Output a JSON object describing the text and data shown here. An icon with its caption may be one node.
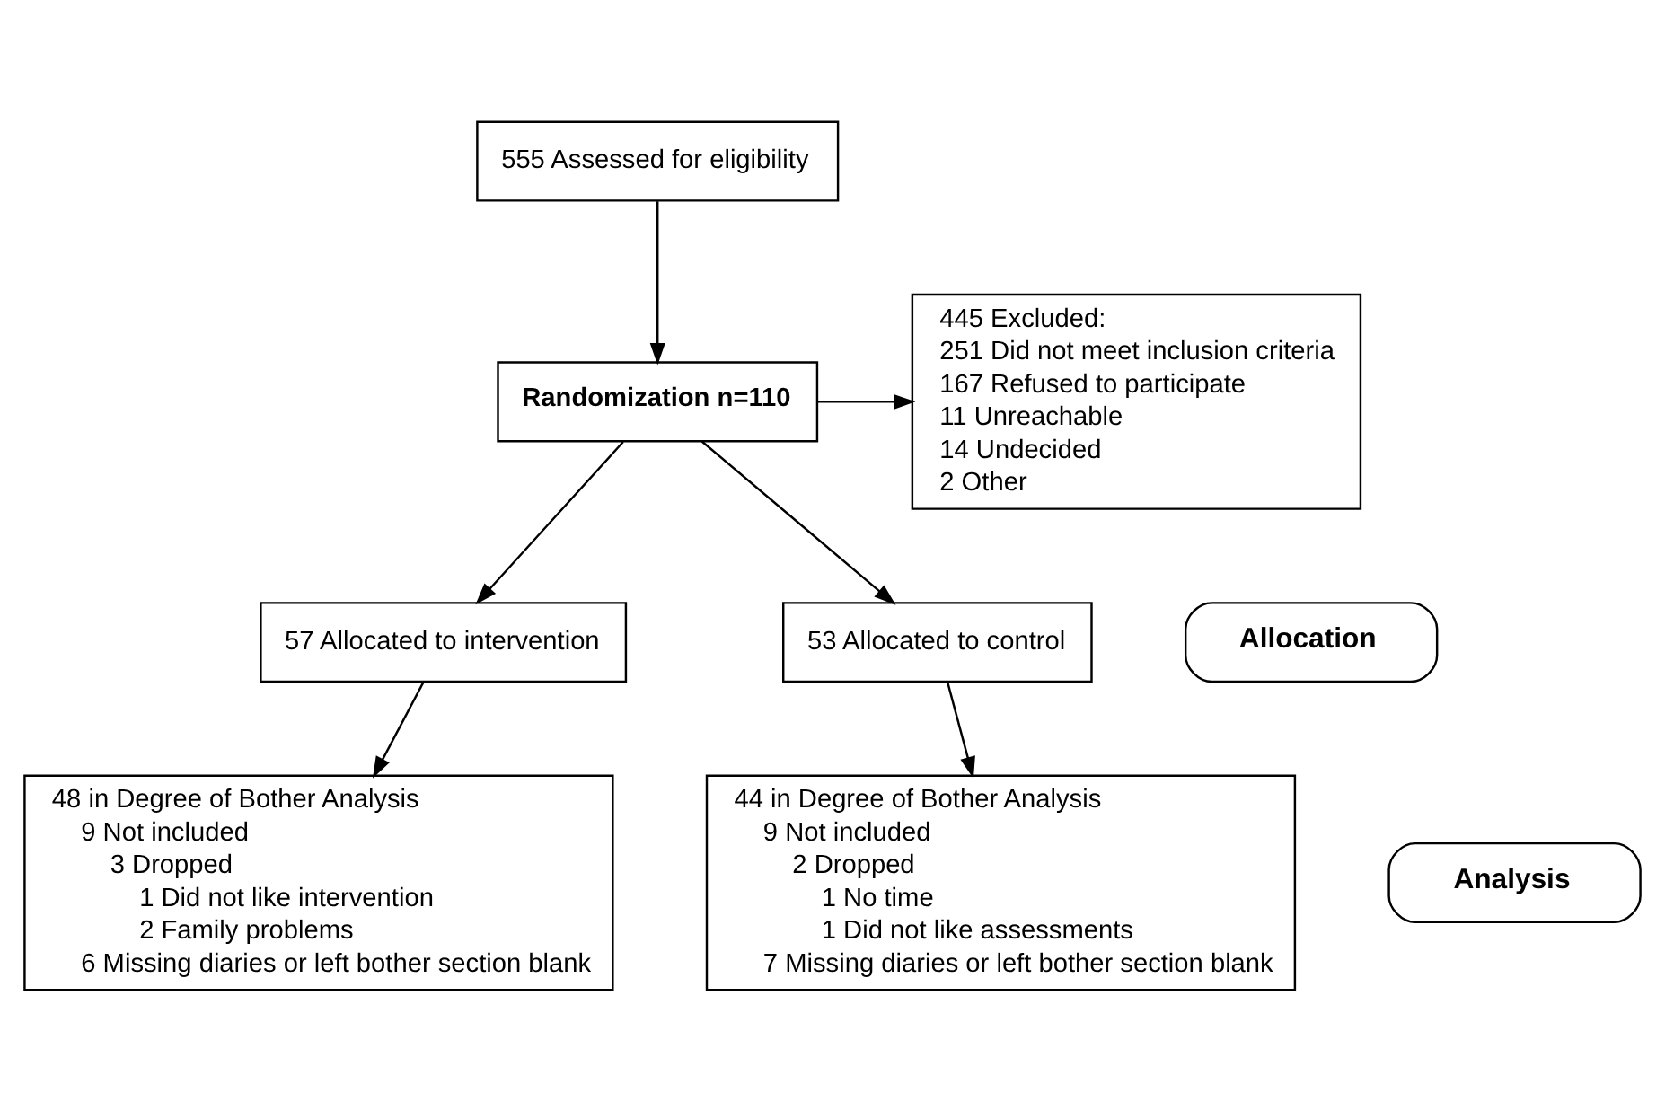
{
  "diagram": {
    "nodes": [
      {
        "text": [
          "555 Assessed for eligibility"
        ]
      },
      {
        "text": [
          "Randomization n=110"
        ]
      },
      {
        "text": [
          "445 Excluded:",
          "251 Did not meet inclusion criteria",
          "167 Refused to participate",
          "11 Unreachable",
          "14 Undecided",
          "2 Other"
        ]
      },
      {
        "text": [
          "57 Allocated to intervention"
        ]
      },
      {
        "text": [
          "Allocation"
        ]
      },
      {
        "text": [
          "53 Allocated to control"
        ]
      },
      {
        "text": [
          "48 in Degree of Bother Analysis",
          "9 Not included",
          "3 Dropped",
          "1 Did not like intervention",
          "2 Family problems",
          "6 Missing diaries or left bother section blank"
        ]
      },
      {
        "text": [
          "Analysis"
        ]
      },
      {
        "text": [
          "44 in Degree of Bother Analysis",
          "9 Not included",
          "2 Dropped",
          "1 No time",
          "1 Did not like assessments",
          "7 Missing diaries or left bother section blank"
        ]
      }
    ],
    "edges": [
      {
        "from": 0,
        "to": 1,
        "arrow": "to"
      },
      {
        "from": 1,
        "to": 2,
        "arrow": "to"
      },
      {
        "from": 1,
        "to": 3,
        "arrow": "to"
      },
      {
        "from": 1,
        "to": 5,
        "arrow": "to"
      },
      {
        "from": 3,
        "to": 6,
        "arrow": "to"
      },
      {
        "from": 5,
        "to": 8,
        "arrow": "to"
      }
    ]
  }
}
